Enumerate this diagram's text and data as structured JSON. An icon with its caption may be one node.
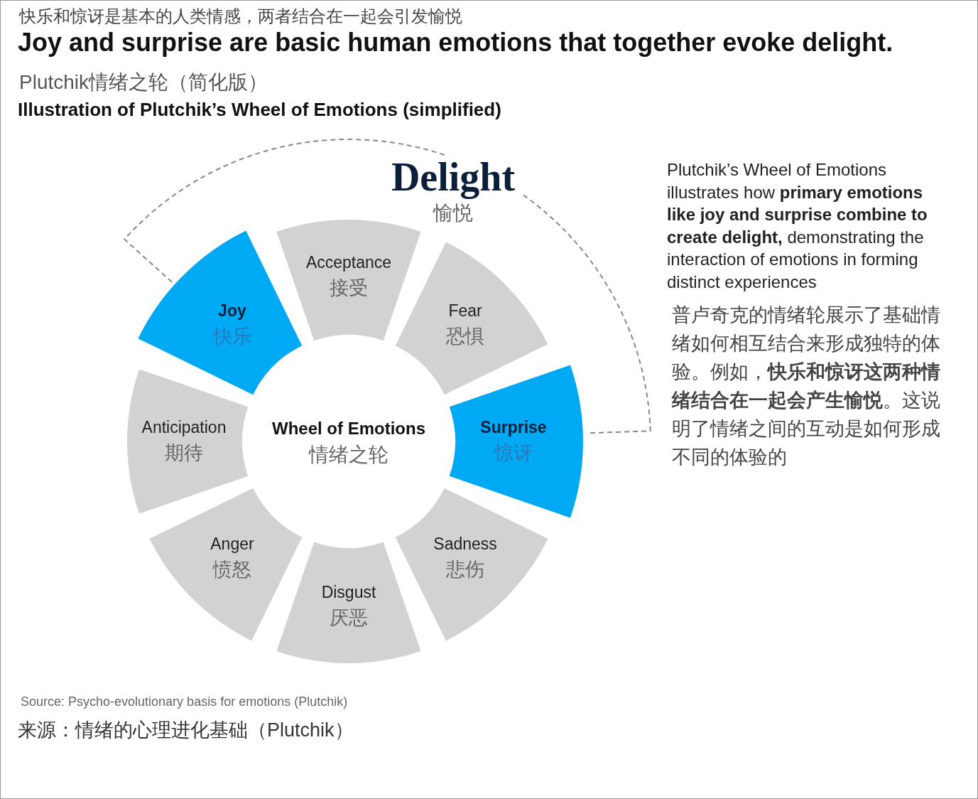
{
  "diagram": {
    "title": "Joy and surprise are basic human emotions that together evoke delight.",
    "nodes": [
      {
        "text": [
          "Delight",
          "愉悦"
        ]
      },
      {
        "text": [
          "Acceptance",
          "接受"
        ]
      },
      {
        "text": [
          "Joy",
          "快乐"
        ]
      },
      {
        "text": [
          "Fear",
          "恐惧"
        ]
      },
      {
        "text": [
          "Anticipation",
          "期待"
        ]
      },
      {
        "text": [
          "Wheel of Emotions",
          "情绪之轮"
        ]
      },
      {
        "text": [
          "Surprise",
          "惊讶"
        ]
      },
      {
        "text": [
          "Anger",
          "愤怒"
        ]
      },
      {
        "text": [
          "Sadness",
          "悲伤"
        ]
      },
      {
        "text": [
          "Disgust",
          "厌恶"
        ]
      }
    ],
    "labels": [
      "快乐和惊讶是基本的人类情感，两者结合在一起会引发愉悦",
      "Plutchik情绪之轮（简化版）",
      "Illustration of Plutchik’s Wheel of Emotions (simplified)",
      "Plutchik’s Wheel of Emotions illustrates how **primary emotions like joy and surprise combine to create delight,** demonstrating the interaction of emotions in forming distinct experiences",
      "普卢奇克的情绪轮展示了基础情绪如何相互结合来形成独特的体验。例如，**快乐和惊讶这两种情绪结合在一起会产生愉悦**。这说明了情绪之间的互动是如何形成不同的体验的",
      "Source: Psycho-evolutionary basis for emotions (Plutchik)",
      "来源：情绪的心理进化基础（Plutchik）"
    ]
  }
}
